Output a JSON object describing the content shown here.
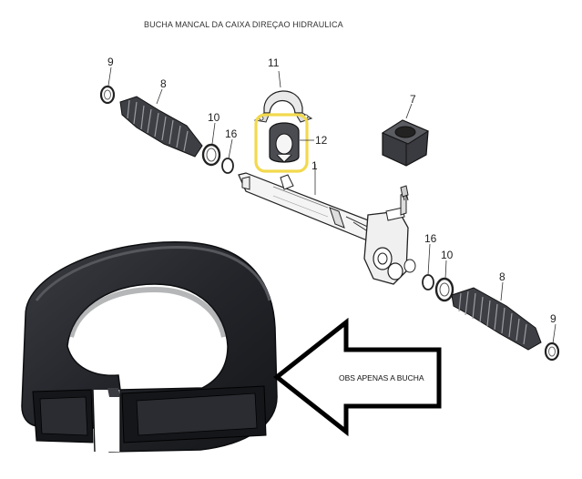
{
  "title": "BUCHA MANCAL DA CAIXA DIREÇAO HIDRAULICA",
  "note": "OBS APENAS A BUCHA",
  "highlight_color": "#f2d94e",
  "callouts": {
    "c9a": "9",
    "c8a": "8",
    "c10a": "10",
    "c16a": "16",
    "c11": "11",
    "c12": "12",
    "c1": "1",
    "c7": "7",
    "c16b": "16",
    "c10b": "10",
    "c8b": "8",
    "c9b": "9"
  }
}
